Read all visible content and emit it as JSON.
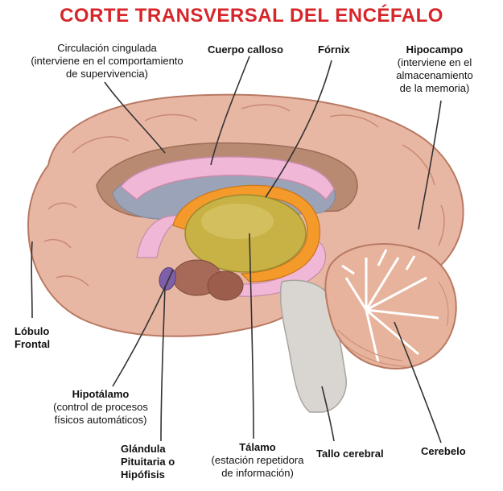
{
  "title": "CORTE TRANSVERSAL DEL ENCÉFALO",
  "labels": {
    "cingulate": {
      "name": "Circulación cingulada",
      "desc_1": "(interviene en el comportamiento",
      "desc_2": "de supervivencia)"
    },
    "corpus": {
      "name": "Cuerpo calloso"
    },
    "fornix": {
      "name": "Fórnix"
    },
    "hippo": {
      "name": "Hipocampo",
      "desc_1": "(interviene en el",
      "desc_2": "almacenamiento",
      "desc_3": "de la memoria)"
    },
    "frontal": {
      "name_1": "Lóbulo",
      "name_2": "Frontal"
    },
    "hypothal": {
      "name": "Hipotálamo",
      "desc_1": "(control de procesos",
      "desc_2": "físicos automáticos)"
    },
    "pituitary": {
      "name_1": "Glándula",
      "name_2": "Pituitaria o",
      "name_3": "Hipófisis"
    },
    "thalamus": {
      "name": "Tálamo",
      "desc_1": "(estación repetidora",
      "desc_2": "de información)"
    },
    "brainstem": {
      "name": "Tallo cerebral"
    },
    "cerebellum": {
      "name": "Cerebelo"
    }
  },
  "colors": {
    "title": "#d6262a",
    "cortex": "#e8b7a4",
    "callosum": "#f0b7d6",
    "fornix": "#f39a2b",
    "thalamus": "#c8b245",
    "ventricle": "#9aa3b8",
    "cerebellum": "#e7b39c",
    "brainstem": "#d9d6d2"
  }
}
